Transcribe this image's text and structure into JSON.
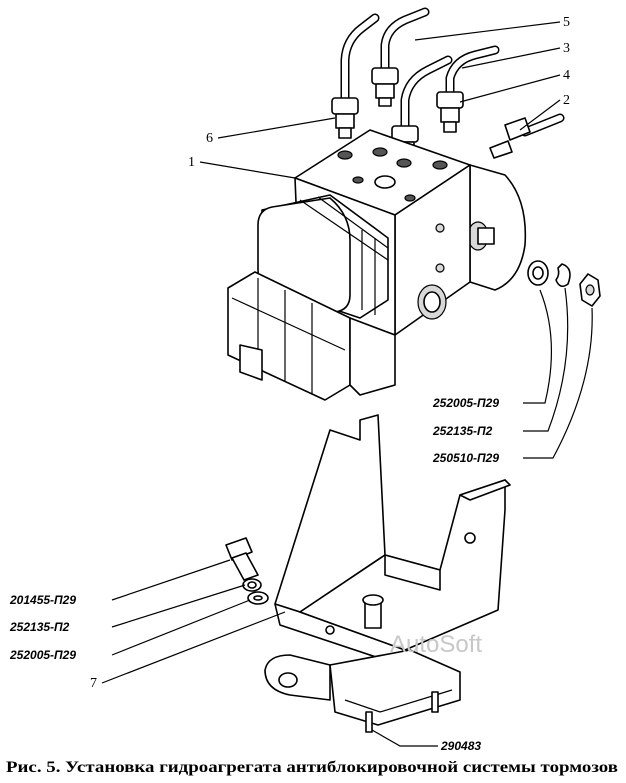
{
  "callouts": {
    "n1": "1",
    "n2": "2",
    "n3": "3",
    "n4": "4",
    "n5": "5",
    "n6": "6",
    "n7": "7",
    "c1": "252005-П29",
    "c2": "252135-П2",
    "c3": "250510-П29",
    "c4": "201455-П29",
    "c5": "252135-П2",
    "c6": "252005-П29",
    "c7": "290483"
  },
  "watermark": "AutoSoft",
  "caption": "Рис. 5. Установка гидроагрегата антиблокировочной системы тормозов"
}
